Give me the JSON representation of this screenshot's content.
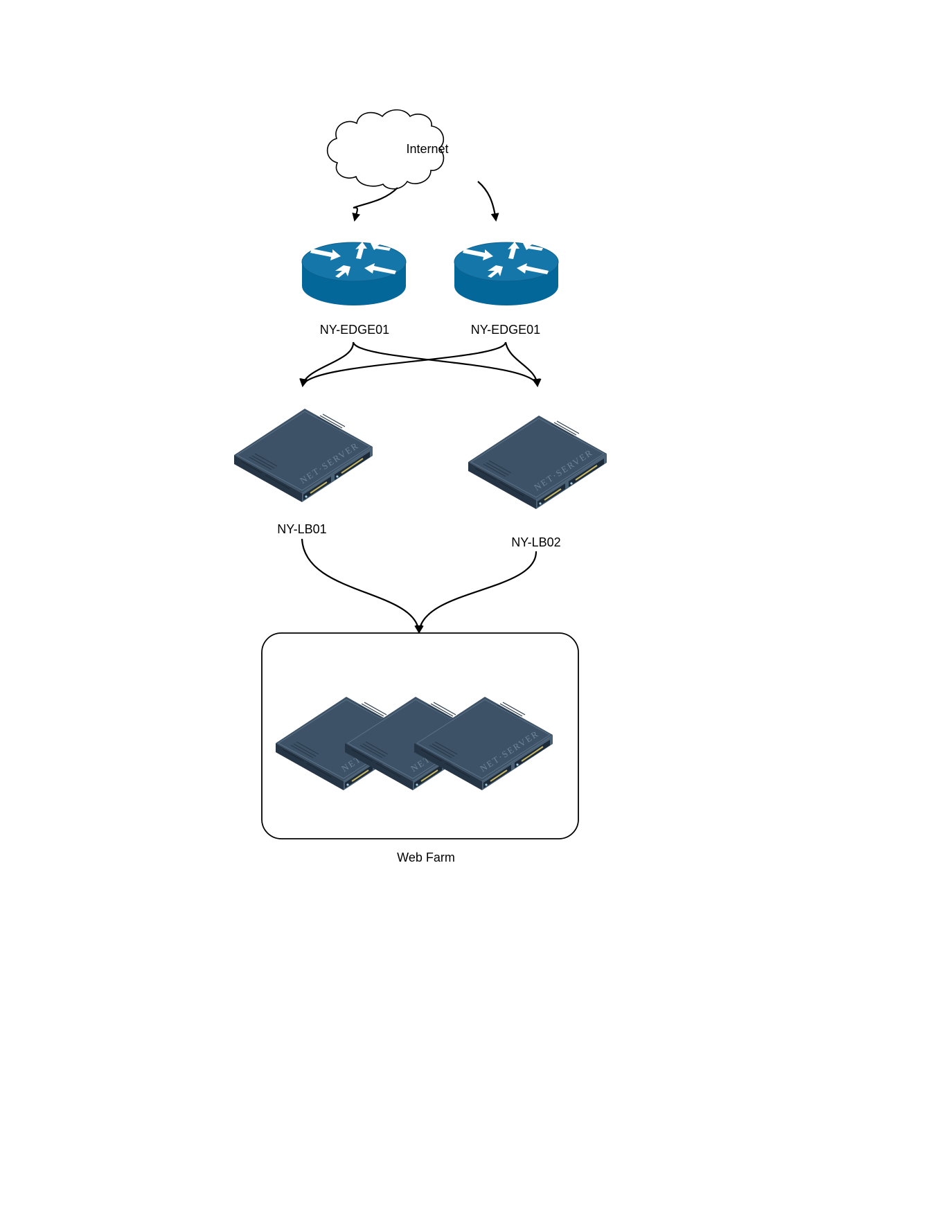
{
  "nodes": {
    "internet": {
      "label": "Internet",
      "icon": "cloud-icon"
    },
    "edge_left": {
      "label": "NY-EDGE01",
      "icon": "router-icon"
    },
    "edge_right": {
      "label": "NY-EDGE01",
      "icon": "router-icon"
    },
    "lb_left": {
      "label": "NY-LB01",
      "icon": "server-icon"
    },
    "lb_right": {
      "label": "NY-LB02",
      "icon": "server-icon"
    },
    "web_farm": {
      "label": "Web Farm",
      "icon": "server-icon",
      "server_count": 3
    }
  },
  "connections": [
    {
      "from": "Internet",
      "to": "NY-EDGE01 (left)"
    },
    {
      "from": "Internet",
      "to": "NY-EDGE01 (right)"
    },
    {
      "from": "NY-EDGE01 (left)",
      "to": "NY-LB01"
    },
    {
      "from": "NY-EDGE01 (left)",
      "to": "NY-LB02"
    },
    {
      "from": "NY-EDGE01 (right)",
      "to": "NY-LB01"
    },
    {
      "from": "NY-EDGE01 (right)",
      "to": "NY-LB02"
    },
    {
      "from": "NY-LB01",
      "to": "Web Farm"
    },
    {
      "from": "NY-LB02",
      "to": "Web Farm"
    }
  ],
  "colors": {
    "router": "#04679a",
    "router_top": "#1577a9",
    "server_top": "#3d5266",
    "server_front": "#263545",
    "server_side": "#4a6075",
    "line": "#000000"
  }
}
